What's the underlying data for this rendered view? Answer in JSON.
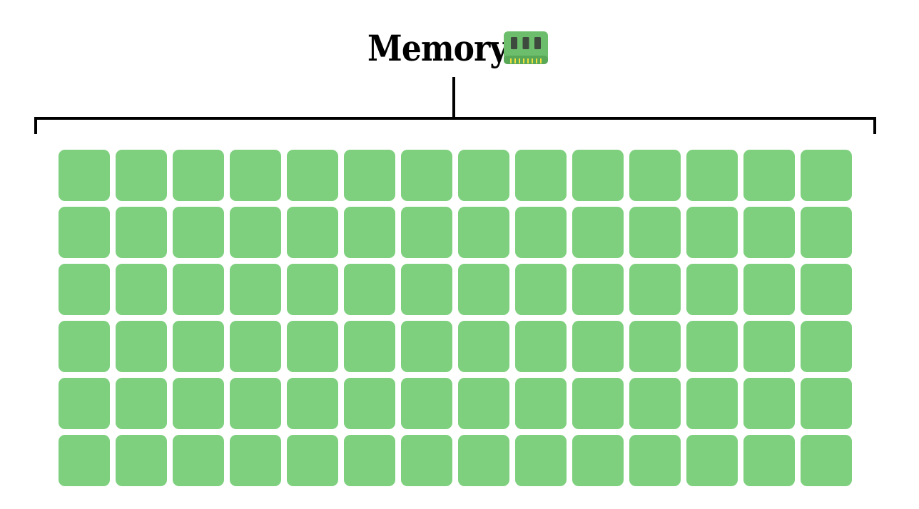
{
  "title": "Memory",
  "icon": "memory-chip-icon",
  "colors": {
    "cell": "#7ed07e",
    "chip_body": "#6cbd6c",
    "chip_dark": "#3f4a3f",
    "chip_pins": "#f2df3b"
  },
  "grid": {
    "rows": 6,
    "columns": 14
  }
}
